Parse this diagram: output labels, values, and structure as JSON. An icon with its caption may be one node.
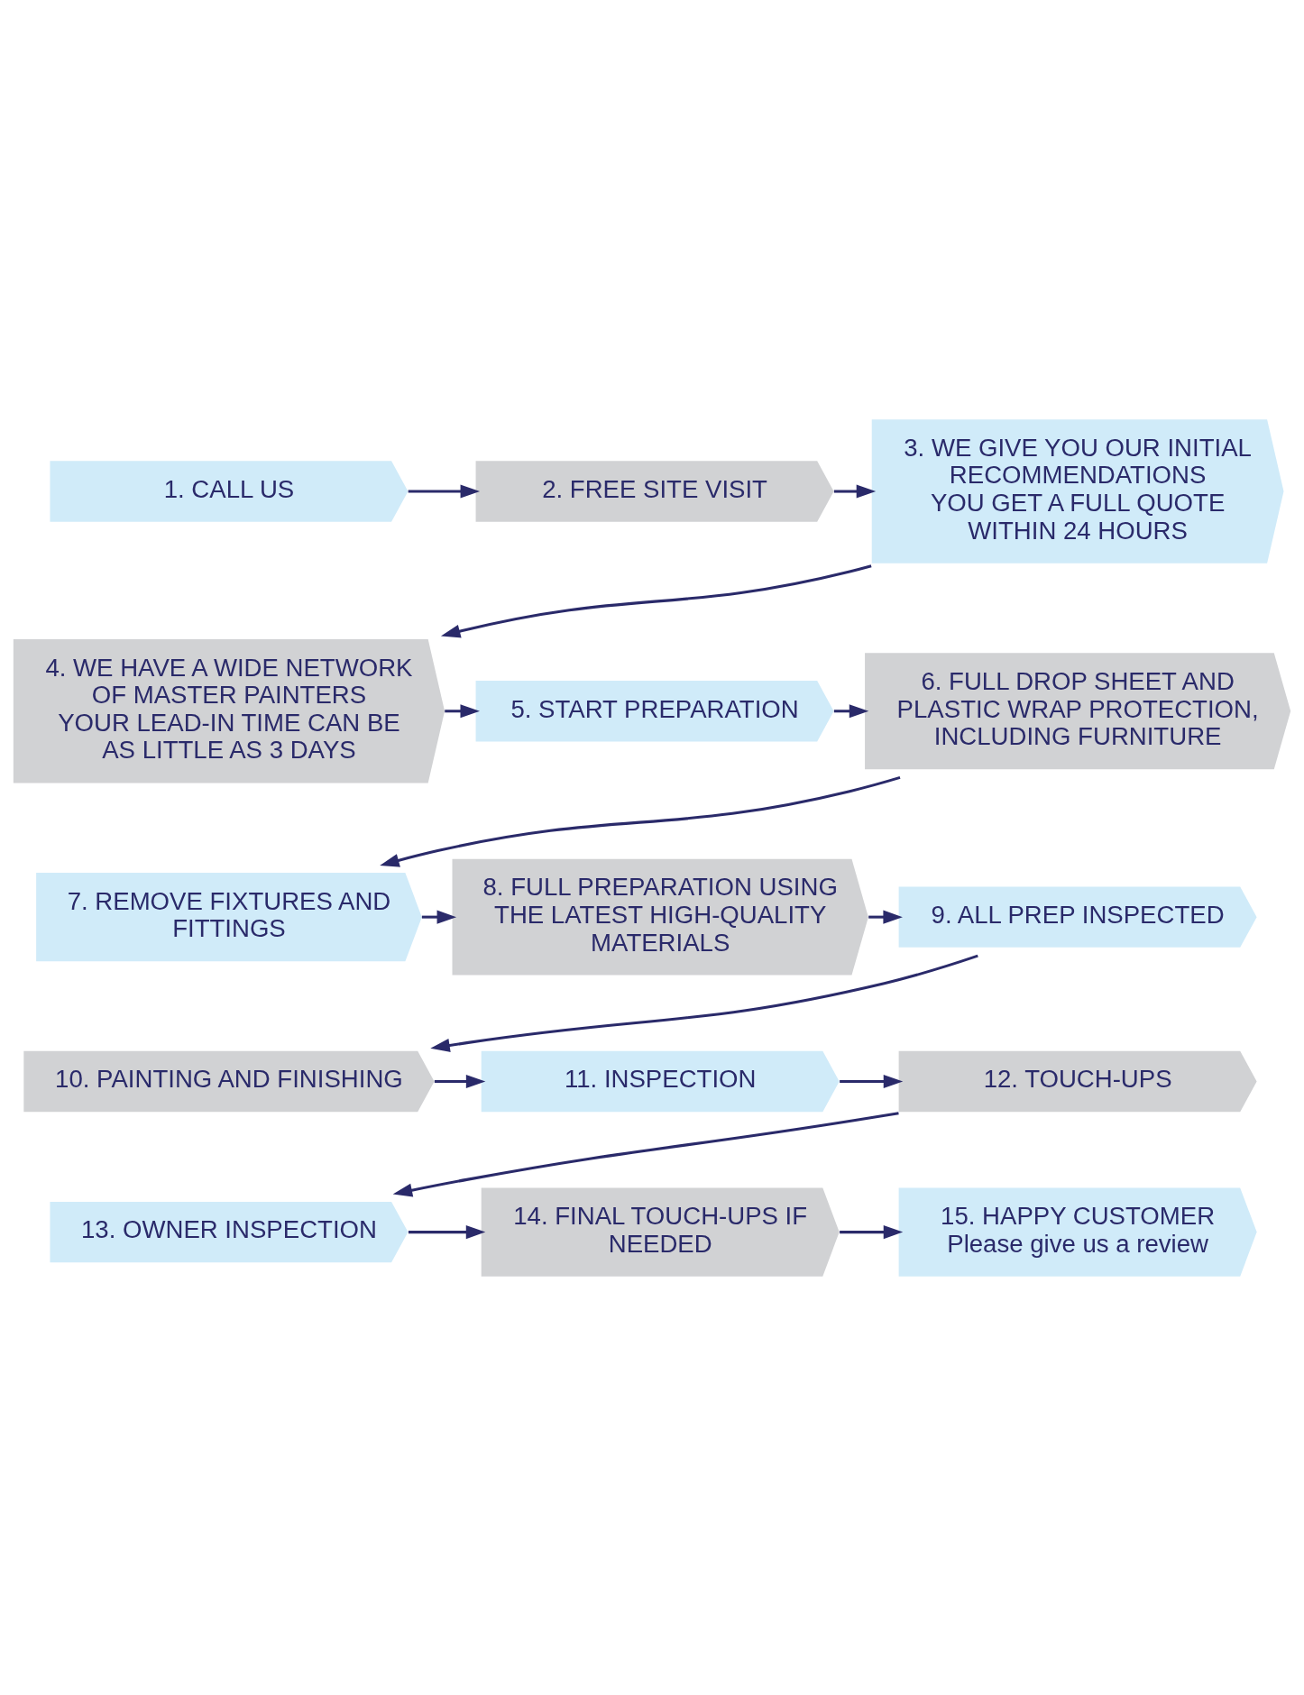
{
  "diagram": {
    "nodes": [
      {
        "text": [
          "1. CALL US"
        ]
      },
      {
        "text": [
          "2. FREE SITE VISIT"
        ]
      },
      {
        "text": [
          "3. WE GIVE YOU OUR INITIAL RECOMMENDATIONS",
          "YOU GET A FULL QUOTE WITHIN 24 HOURS"
        ]
      },
      {
        "text": [
          "4. WE HAVE A WIDE NETWORK OF MASTER PAINTERS",
          "YOUR LEAD-IN TIME CAN BE AS LITTLE AS 3 DAYS"
        ]
      },
      {
        "text": [
          "5. START PREPARATION"
        ]
      },
      {
        "text": [
          "6. FULL DROP SHEET AND PLASTIC WRAP PROTECTION, INCLUDING FURNITURE"
        ]
      },
      {
        "text": [
          "7. REMOVE FIXTURES AND FITTINGS"
        ]
      },
      {
        "text": [
          "8. FULL PREPARATION USING THE LATEST HIGH-QUALITY MATERIALS"
        ]
      },
      {
        "text": [
          "9. ALL PREP INSPECTED"
        ]
      },
      {
        "text": [
          "10. PAINTING AND FINISHING"
        ]
      },
      {
        "text": [
          "11. INSPECTION"
        ]
      },
      {
        "text": [
          "12. TOUCH-UPS"
        ]
      },
      {
        "text": [
          "13. OWNER INSPECTION"
        ]
      },
      {
        "text": [
          "14. FINAL TOUCH-UPS IF NEEDED"
        ]
      },
      {
        "text": [
          "15. HAPPY CUSTOMER",
          "Please give us a review"
        ]
      }
    ],
    "edges": [
      {
        "from": 0,
        "to": 1,
        "arrow": "to"
      },
      {
        "from": 1,
        "to": 2,
        "arrow": "to"
      },
      {
        "from": 2,
        "to": 3,
        "arrow": "to"
      },
      {
        "from": 3,
        "to": 4,
        "arrow": "to"
      },
      {
        "from": 4,
        "to": 5,
        "arrow": "to"
      },
      {
        "from": 5,
        "to": 6,
        "arrow": "to"
      },
      {
        "from": 6,
        "to": 7,
        "arrow": "to"
      },
      {
        "from": 7,
        "to": 8,
        "arrow": "to"
      },
      {
        "from": 8,
        "to": 9,
        "arrow": "to"
      },
      {
        "from": 9,
        "to": 10,
        "arrow": "to"
      },
      {
        "from": 10,
        "to": 11,
        "arrow": "to"
      },
      {
        "from": 11,
        "to": 12,
        "arrow": "to"
      },
      {
        "from": 12,
        "to": 13,
        "arrow": "to"
      },
      {
        "from": 13,
        "to": 14,
        "arrow": "to"
      }
    ]
  }
}
